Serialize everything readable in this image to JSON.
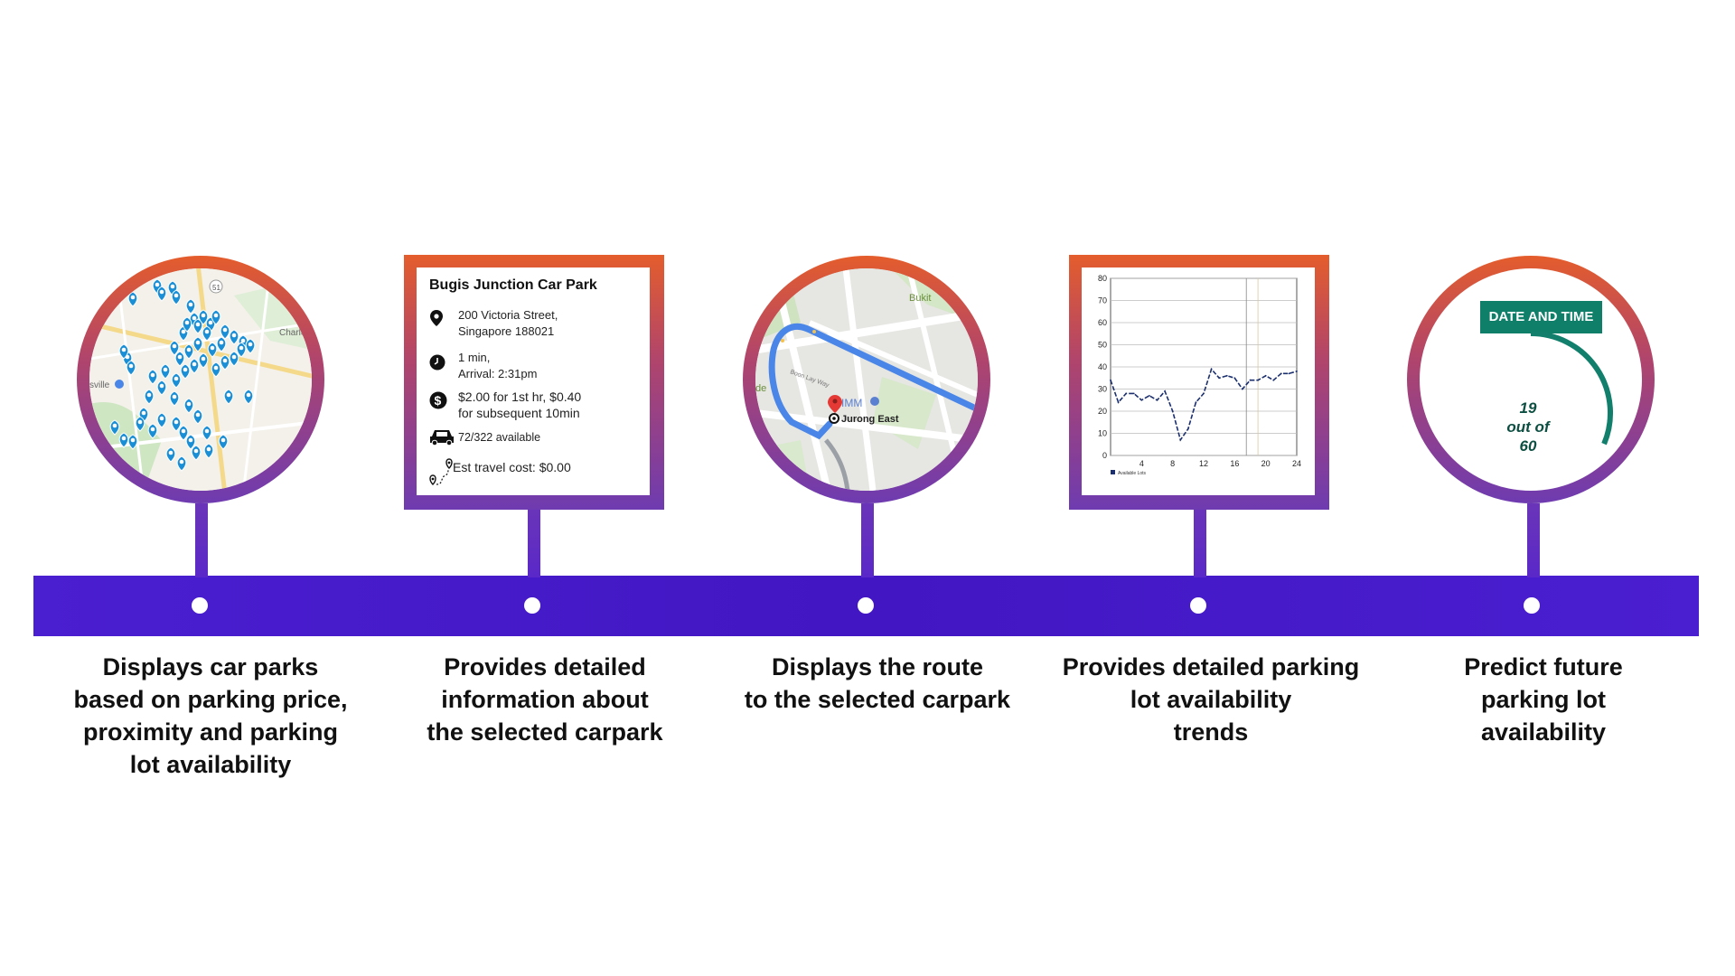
{
  "colors": {
    "band": "#4a1fd0",
    "frame_top": "#e45d2c",
    "frame_bottom": "#6e3bb0",
    "pin": "#1a8fd6",
    "route": "#4a86e8",
    "badge": "#107f6a"
  },
  "steps": [
    {
      "id": "map",
      "lines": [
        "Displays car parks",
        "based on parking price,",
        "proximity and parking",
        "lot availability"
      ],
      "map_labels": [
        "Charle",
        "sville"
      ]
    },
    {
      "id": "details",
      "lines": [
        "Provides detailed",
        "information about",
        "the selected carpark"
      ],
      "card": {
        "title": "Bugis Junction Car Park",
        "address_line1": "200 Victoria Street,",
        "address_line2": "Singapore 188021",
        "time_line1": "1 min,",
        "time_line2": "Arrival: 2:31pm",
        "price_line1": "$2.00 for 1st hr, $0.40",
        "price_line2": "for subsequent 10min",
        "availability": "72/322 available",
        "travel_cost": "Est travel cost: $0.00"
      }
    },
    {
      "id": "route",
      "lines": [
        "Displays the route",
        "to the selected carpark"
      ],
      "route_map": {
        "destination": "Jurong East",
        "poi": "IMM",
        "poi2": "Bukit",
        "street": "Boon Lay Way",
        "edge": "de"
      }
    },
    {
      "id": "trends",
      "lines": [
        "Provides detailed parking",
        "lot availability",
        "trends"
      ]
    },
    {
      "id": "predict",
      "lines": [
        "Predict future",
        "parking lot",
        "availability"
      ],
      "gauge": {
        "badge": "DATE AND TIME",
        "value": "19",
        "mid": "out of",
        "max": "60",
        "fraction": 0.3167
      }
    }
  ],
  "chart_data": {
    "type": "line",
    "x": [
      0,
      1,
      2,
      3,
      4,
      5,
      6,
      7,
      8,
      9,
      10,
      11,
      12,
      13,
      14,
      15,
      16,
      17,
      18,
      19,
      20,
      21,
      22,
      23,
      24
    ],
    "series": [
      {
        "name": "Available Lots",
        "values": [
          34,
          24,
          28,
          28,
          25,
          27,
          25,
          29,
          20,
          7,
          12,
          24,
          28,
          39,
          35,
          36,
          35,
          30,
          34,
          34,
          36,
          34,
          37,
          37,
          38
        ]
      }
    ],
    "xticks": [
      4,
      8,
      12,
      16,
      20,
      24
    ],
    "yticks": [
      0,
      10,
      20,
      30,
      40,
      50,
      60,
      70,
      80
    ],
    "xlim": [
      0,
      24
    ],
    "ylim": [
      0,
      80
    ],
    "grid": true,
    "legend": "bottom-left"
  }
}
